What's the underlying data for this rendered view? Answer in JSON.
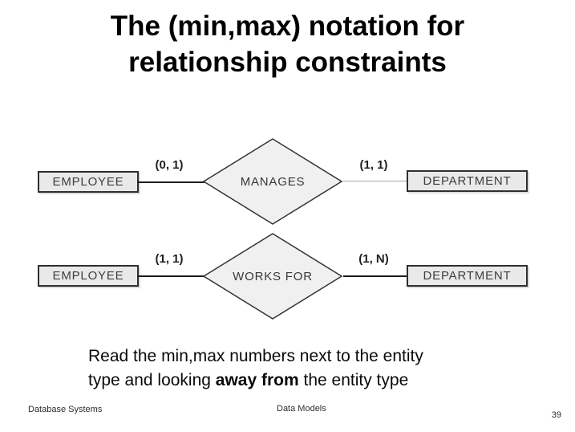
{
  "slide": {
    "title_line1": "The (min,max) notation for",
    "title_line2": "relationship constraints",
    "note": {
      "line1": "Read the min,max numbers next to the entity",
      "line2_pre": "type and looking ",
      "line2_bold": "away from",
      "line2_post": " the entity type"
    },
    "footer": {
      "left": "Database Systems",
      "center": "Data Models",
      "page": "39"
    }
  },
  "diagram": {
    "rows": [
      {
        "left_entity": "EMPLOYEE",
        "left_cardinality": "(0, 1)",
        "relationship": "MANAGES",
        "right_cardinality": "(1, 1)",
        "right_entity": "DEPARTMENT"
      },
      {
        "left_entity": "EMPLOYEE",
        "left_cardinality": "(1, 1)",
        "relationship": "WORKS FOR",
        "right_cardinality": "(1, N)",
        "right_entity": "DEPARTMENT"
      }
    ],
    "colors": {
      "entity_fill": "#e9e9e9",
      "entity_border": "#2f2f2f",
      "diamond_fill": "#f0f0f0",
      "diamond_border": "#333333",
      "connector_dark": "#1c1c1c",
      "connector_light": "#a6a6a6",
      "label_text": "#3d3d3d"
    }
  }
}
